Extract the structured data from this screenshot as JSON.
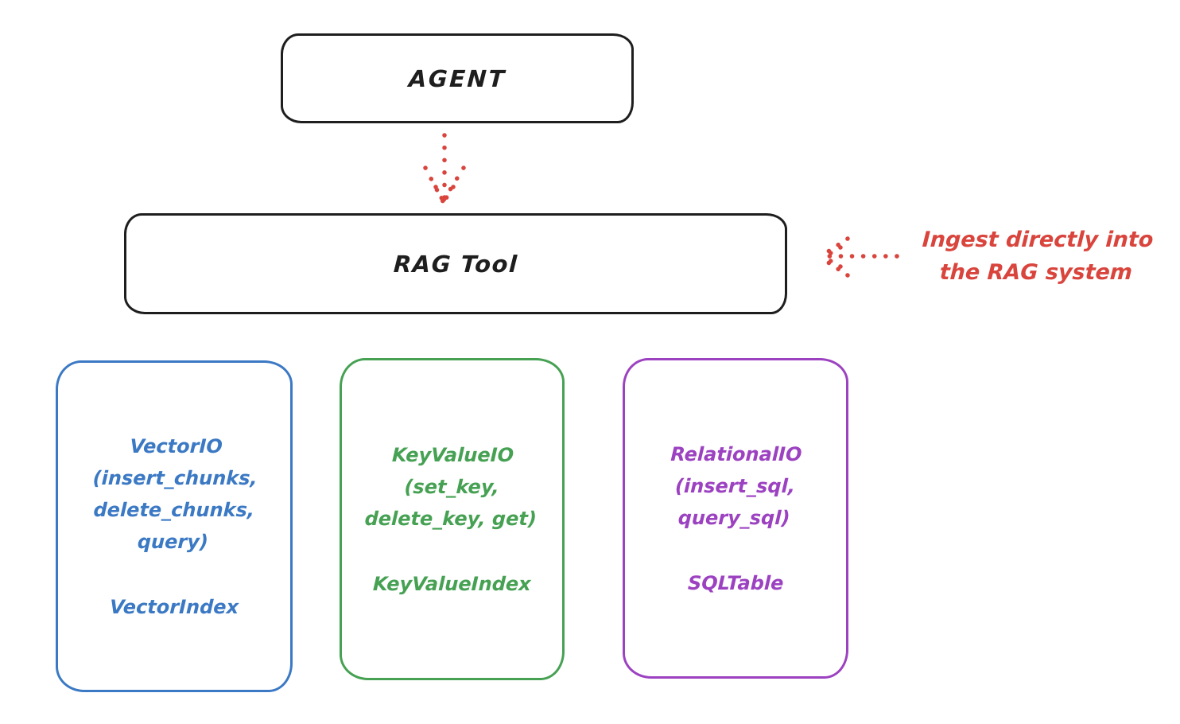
{
  "diagram": {
    "agent_box": {
      "label": "AGENT"
    },
    "rag_tool_box": {
      "label": "RAG Tool"
    },
    "annotation": {
      "line1": "Ingest directly into",
      "line2": "the RAG system",
      "color": "#d9453d"
    },
    "boxes": {
      "vector": {
        "color": "#3b79c4",
        "lines": [
          "VectorIO",
          "(insert_chunks,",
          "delete_chunks,",
          "query)"
        ],
        "index": "VectorIndex"
      },
      "keyvalue": {
        "color": "#46a153",
        "lines": [
          "KeyValueIO",
          "(set_key,",
          "delete_key, get)"
        ],
        "index": "KeyValueIndex"
      },
      "relational": {
        "color": "#9c42c1",
        "lines": [
          "RelationalIO",
          "(insert_sql,",
          "query_sql)"
        ],
        "index": "SQLTable"
      }
    },
    "colors": {
      "stroke": "#1e1e1e",
      "arrow_red": "#d9453d",
      "background": "#ffffff"
    }
  }
}
